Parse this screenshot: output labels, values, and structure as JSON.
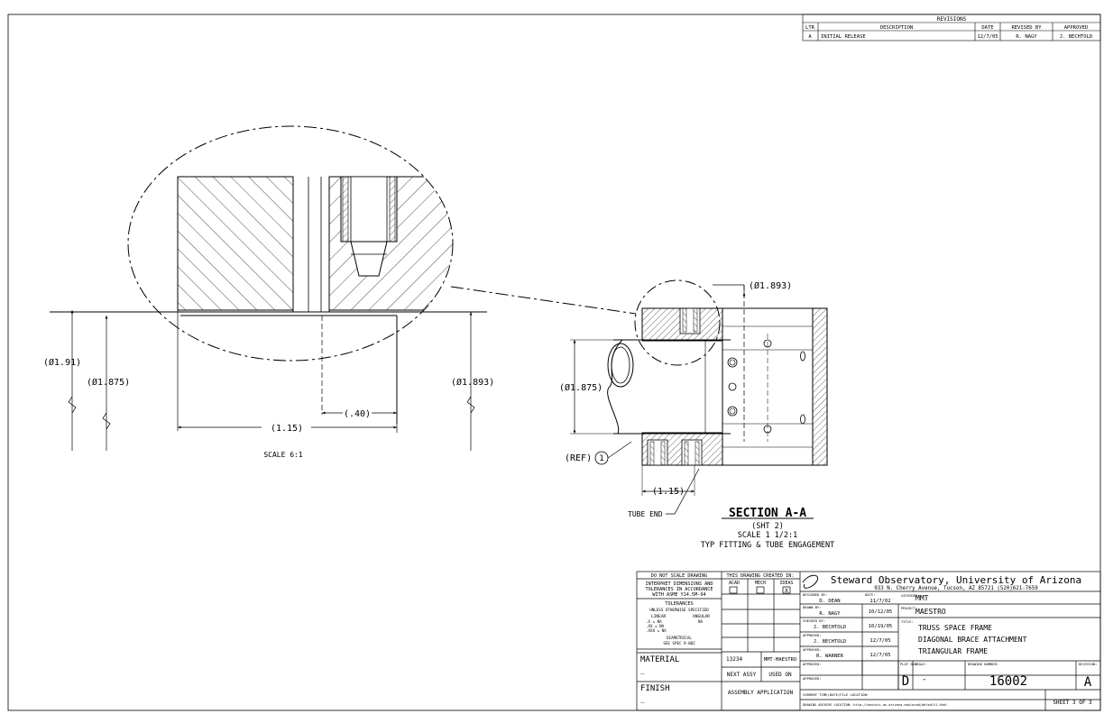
{
  "revisions": {
    "heading": "REVISIONS",
    "columns": [
      "LTR",
      "DESCRIPTION",
      "DATE",
      "REVISED BY",
      "APPROVED"
    ],
    "rows": [
      {
        "ltr": "A",
        "description": "INITIAL RELEASE",
        "date": "12/7/05",
        "revised_by": "R. NAGY",
        "approved": "J. BECHTOLD"
      }
    ]
  },
  "detail": {
    "dia_191": "(Ø1.91)",
    "dia_1875": "(Ø1.875)",
    "dia_1893": "(Ø1.893)",
    "len_115": "(1.15)",
    "len_40": "(.40)",
    "scale": "SCALE 6:1"
  },
  "section": {
    "dia_1893": "(Ø1.893)",
    "dia_1875": "(Ø1.875)",
    "ref": "(REF)",
    "balloon": "1",
    "len_115": "(1.15)",
    "tube_end": "TUBE END",
    "title": "SECTION A-A",
    "sheet_ref": "(SHT 2)",
    "scale": "SCALE 1 1/2:1",
    "caption": "TYP FITTING & TUBE ENGAGEMENT"
  },
  "titleblock": {
    "do_not_scale": "DO NOT SCALE DRAWING",
    "interpret_1": "INTERPRET DIMENSIONS AND",
    "interpret_2": "TOLERANCES IN ACCORDANCE",
    "interpret_3": "WITH ASME Y14.5M-94",
    "tolerances": "TOLERANCES",
    "unless": "UNLESS OTHERWISE SPECIFIED",
    "linear": "LINEAR",
    "angular": "ANGULAR",
    "tol_x": ".X   = NA",
    "tol_xx": ".XX  = NA",
    "tol_xxx": ".XXX = NA",
    "angular_val": "NA",
    "diametrical": "DIAMETRICAL",
    "see_spec": "SEE SPEC 9-002",
    "material_label": "MATERIAL",
    "material_value": "_",
    "finish_label": "FINISH",
    "finish_value": "_",
    "created_in": "THIS DRAWING CREATED IN:",
    "acad": "ACAD",
    "mech": "MECH",
    "ideas": "IDEAS",
    "ideas_mark": "X",
    "next_assy_num": "13234",
    "used_on_val": "MMT-MAESTRO",
    "next_assy": "NEXT ASSY",
    "used_on": "USED ON",
    "application": "ASSEMBLY APPLICATION",
    "org": "Steward Observatory, University of Arizona",
    "address": "933 N. Cherry Avenue, Tucson, AZ  85721   (520)621-7659",
    "designed_by_label": "DESIGNED BY:",
    "designed_by": "D. DEAN",
    "date_label": "DATE:",
    "designed_date": "11/7/02",
    "drawn_by_label": "DRAWN BY:",
    "drawn_by": "R. NAGY",
    "drawn_date": "10/12/05",
    "checked_by_label": "CHECKED BY:",
    "checked_by": "J. BECHTOLD",
    "checked_date": "10/19/05",
    "approved_label": "APPROVED:",
    "approved_1": "J. BECHTOLD",
    "approved_1_date": "12/7/05",
    "approved_2": "R. WARNER",
    "approved_2_date": "12/7/05",
    "category_label": "CATEGORY:",
    "category": "MMT",
    "project_label": "PROJECT:",
    "project": "MAESTRO",
    "title_label": "TITLE:",
    "title_1": "TRUSS SPACE FRAME",
    "title_2": "DIAGONAL BRACE ATTACHMENT",
    "title_3": "TRIANGULAR FRAME",
    "plot_size_label": "PLOT SIZE",
    "plot_size": "D",
    "scale_label": "SCALE:",
    "scale": "-",
    "drawing_number_label": "DRAWING NUMBER:",
    "drawing_number": "16002",
    "revision_label": "REVISION:",
    "revision": "A",
    "current_time": "CURRENT TIME/DATE/FILE LOCATION:",
    "archive": "DRAWING ARCHIVE LOCATION: http://devinci.as.arizona.edu/ocad/default1.html",
    "sheet": "SHEET 3 OF 3"
  }
}
